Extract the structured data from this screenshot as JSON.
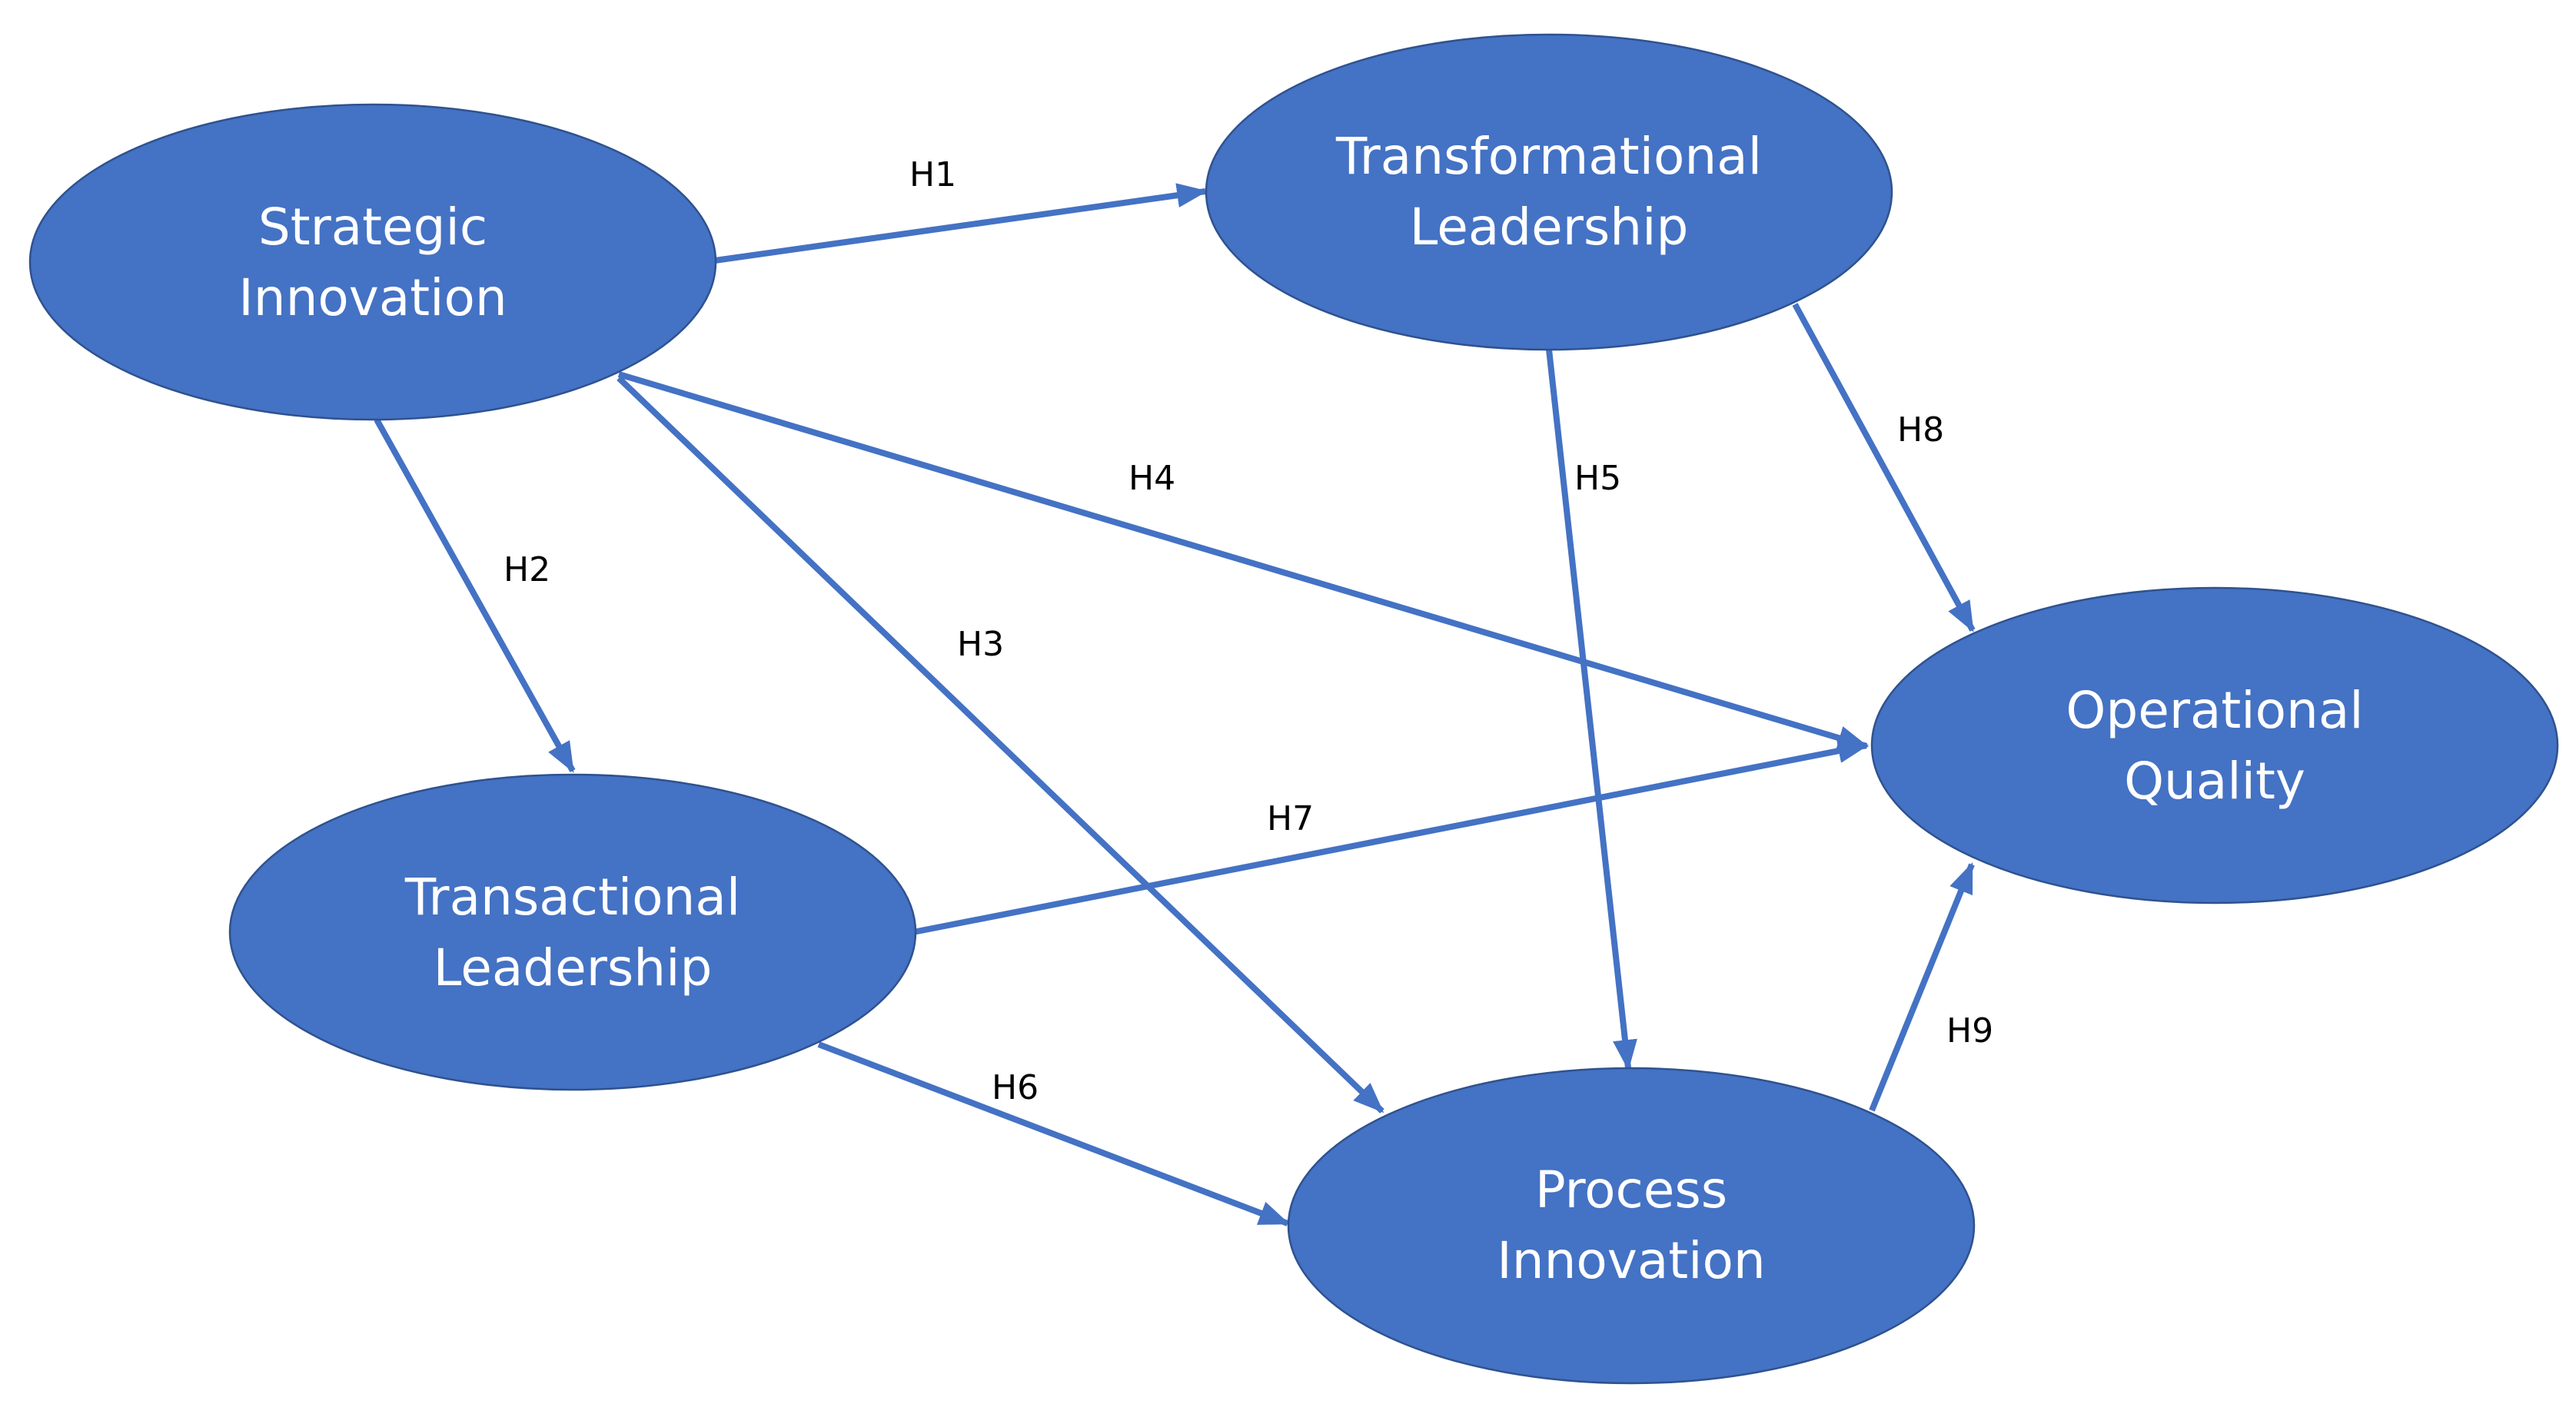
{
  "diagram": {
    "colors": {
      "node_fill": "#4472C4",
      "node_stroke": "#2F528F",
      "arrow": "#4472C4",
      "node_text": "#FFFFFF",
      "edge_text": "#000000"
    },
    "nodes": [
      {
        "id": "strategic",
        "lines": [
          "Strategic",
          "Innovation"
        ]
      },
      {
        "id": "transformational",
        "lines": [
          "Transformational",
          "Leadership"
        ]
      },
      {
        "id": "transactional",
        "lines": [
          "Transactional",
          "Leadership"
        ]
      },
      {
        "id": "operational",
        "lines": [
          "Operational",
          "Quality"
        ]
      },
      {
        "id": "process",
        "lines": [
          "Process",
          "Innovation"
        ]
      }
    ],
    "edges": [
      {
        "label": "H1",
        "from": "strategic",
        "to": "transformational"
      },
      {
        "label": "H2",
        "from": "strategic",
        "to": "transactional"
      },
      {
        "label": "H3",
        "from": "strategic",
        "to": "process"
      },
      {
        "label": "H4",
        "from": "strategic",
        "to": "operational"
      },
      {
        "label": "H5",
        "from": "transformational",
        "to": "process"
      },
      {
        "label": "H6",
        "from": "transactional",
        "to": "process"
      },
      {
        "label": "H7",
        "from": "transactional",
        "to": "operational"
      },
      {
        "label": "H8",
        "from": "transformational",
        "to": "operational"
      },
      {
        "label": "H9",
        "from": "process",
        "to": "operational"
      }
    ]
  }
}
